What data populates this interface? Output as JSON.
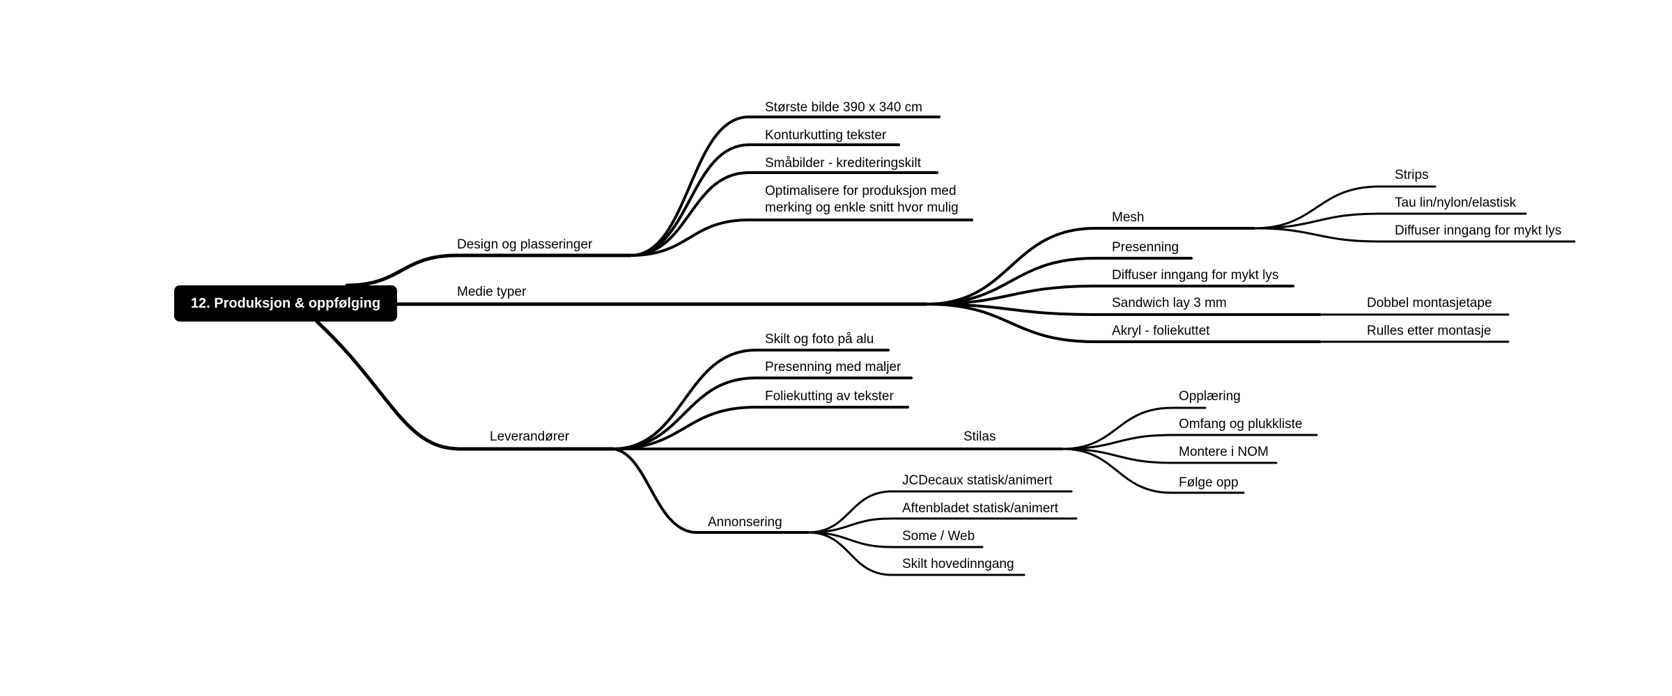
{
  "mindmap": {
    "root": "12. Produksjon & oppfølging",
    "branches": [
      {
        "label": "Design og plasseringer",
        "children": [
          {
            "label": "Største bilde 390 x 340 cm"
          },
          {
            "label": "Konturkutting tekster"
          },
          {
            "label": "Småbilder - krediteringskilt"
          },
          {
            "label": "Optimalisere for produksjon med merking og enkle snitt hvor mulig"
          }
        ]
      },
      {
        "label": "Medie typer",
        "children": [
          {
            "label": "Mesh",
            "children": [
              {
                "label": "Strips"
              },
              {
                "label": "Tau lin/nylon/elastisk"
              },
              {
                "label": "Diffuser inngang for mykt lys"
              }
            ]
          },
          {
            "label": "Presenning"
          },
          {
            "label": "Diffuser inngang for mykt lys"
          },
          {
            "label": "Sandwich lay 3 mm",
            "children": [
              {
                "label": "Dobbel montasjetape"
              }
            ]
          },
          {
            "label": "Akryl - foliekuttet",
            "children": [
              {
                "label": "Rulles etter montasje"
              }
            ]
          }
        ]
      },
      {
        "label": "Leverandører",
        "children": [
          {
            "label": "Skilt og foto på alu"
          },
          {
            "label": "Presenning med maljer"
          },
          {
            "label": "Foliekutting av tekster"
          },
          {
            "label": "Stilas",
            "children": [
              {
                "label": "Opplæring"
              },
              {
                "label": "Omfang og plukkliste"
              },
              {
                "label": "Montere i NOM"
              },
              {
                "label": "Følge opp"
              }
            ]
          },
          {
            "label": "Annonsering",
            "children": [
              {
                "label": "JCDecaux statisk/animert"
              },
              {
                "label": "Aftenbladet statisk/animert"
              },
              {
                "label": "Some / Web"
              },
              {
                "label": "Skilt hovedinngang"
              }
            ]
          }
        ]
      }
    ]
  }
}
